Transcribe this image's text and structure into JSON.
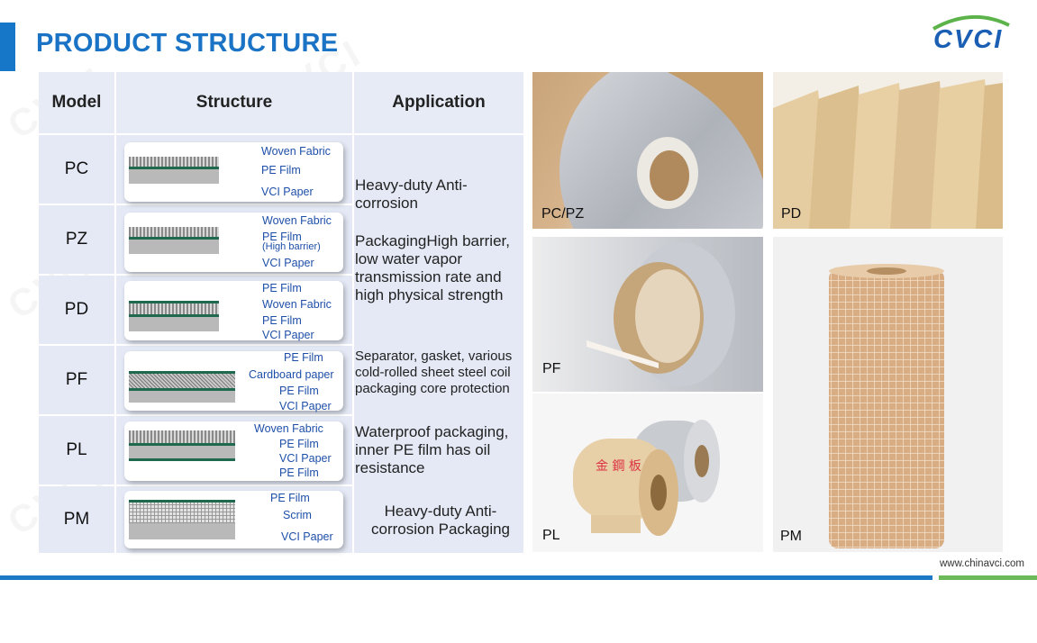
{
  "title": "PRODUCT STRUCTURE",
  "logo": "CVCI",
  "website": "www.chinavci.com",
  "table": {
    "headers": [
      "Model",
      "Structure",
      "Application"
    ],
    "rows": [
      {
        "model": "PC",
        "layers": [
          "Woven Fabric",
          "PE Film",
          "VCI Paper"
        ]
      },
      {
        "model": "PZ",
        "layers": [
          "Woven Fabric",
          "PE Film",
          "(High barrier)",
          "VCI Paper"
        ]
      },
      {
        "model": "PD",
        "layers": [
          "PE Film",
          "Woven Fabric",
          "PE Film",
          "VCI Paper"
        ]
      },
      {
        "model": "PF",
        "layers": [
          "PE Film",
          "Cardboard paper",
          "PE Film",
          "VCI Paper"
        ]
      },
      {
        "model": "PL",
        "layers": [
          "Woven Fabric",
          "PE Film",
          "VCI Paper",
          "PE Film"
        ]
      },
      {
        "model": "PM",
        "layers": [
          "PE Film",
          "Scrim",
          "VCI Paper"
        ]
      }
    ],
    "applications": [
      "Heavy-duty Anti-corrosion",
      "PackagingHigh barrier, low water vapor transmission rate and high physical strength",
      "Separator, gasket, various cold-rolled sheet steel coil packaging core protection",
      "Waterproof packaging, inner PE film has oil resistance",
      "Heavy-duty Anti-corrosion Packaging"
    ]
  },
  "photos": [
    {
      "label": "PC/PZ"
    },
    {
      "label": "PD"
    },
    {
      "label": "PF"
    },
    {
      "label": "PL"
    },
    {
      "label": "PM"
    }
  ],
  "watermark": "CVCI",
  "colors": {
    "accent": "#1677c8",
    "title": "#1a73c4",
    "green": "#6cb95a",
    "table_bg": "#e4e9f5",
    "label": "#1e4fa8"
  }
}
